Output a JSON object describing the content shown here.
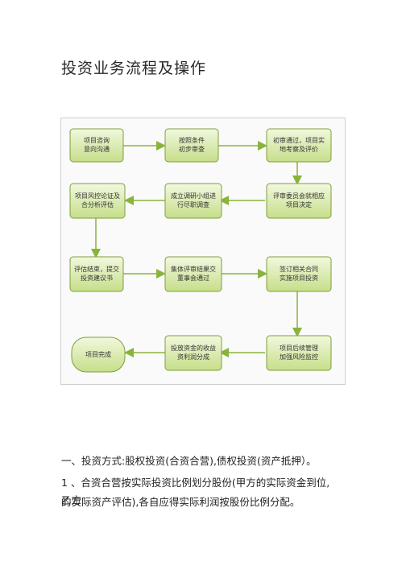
{
  "page": {
    "title": "投资业务流程及操作"
  },
  "flowchart": {
    "boxes": {
      "b1": "项目咨询\n意向沟通",
      "b2": "按照条件\n初步审查",
      "b3": "初审通过，项目实\n地考察及评价",
      "b4": "项目风控论证及\n合分析评估",
      "b5": "成立调研小组进\n行尽职调查",
      "b6": "评审委员会就相应\n项目决定",
      "b7": "评估结束，提交\n投资建议书",
      "b8": "集体评审结果交\n董事会通过",
      "b9": "签订相关合同\n实施项目投资",
      "b10": "项目完成",
      "b11": "投放资金的收益\n资利润分成",
      "b12": "项目后续管理\n加强风险监控"
    }
  },
  "body": {
    "p1": "一、投资方式:股权投资(合资合营),债权投资(资产抵押）。",
    "p2": "1 、合资合营按实际投资比例划分股份(甲方的实际资金到位, 乙方",
    "p3": "的实际资产评估),各自应得实际利润按股份比例分配。"
  },
  "colors": {
    "box_fill_top": "#f2f8de",
    "box_fill_bottom": "#c9e08f",
    "box_border": "#7f9f3a",
    "arrow": "#8ab33c"
  }
}
